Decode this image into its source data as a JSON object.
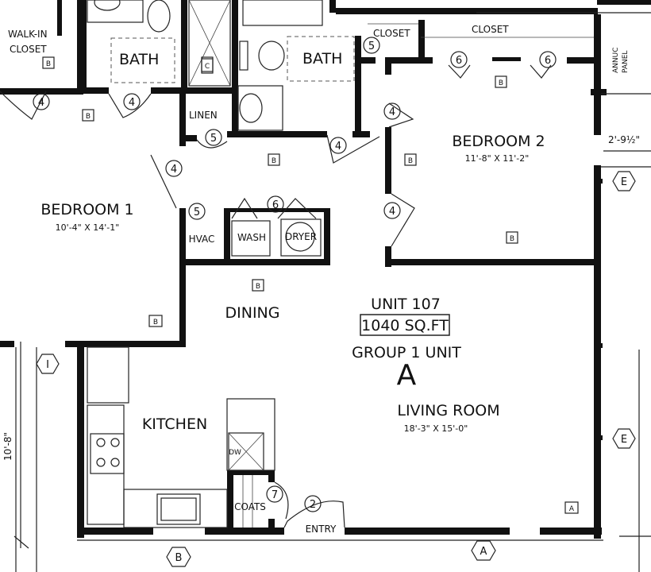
{
  "unit": {
    "name": "UNIT 107",
    "area": "1040 SQ.FT",
    "group": "GROUP 1 UNIT",
    "type_letter": "A"
  },
  "rooms": {
    "walk_in_closet": "WALK-IN\nCLOSET",
    "bath_1": "BATH",
    "bath_2": "BATH",
    "closet_top_1": "CLOSET",
    "closet_top_2": "CLOSET",
    "linen": "LINEN",
    "bedroom_1": {
      "name": "BEDROOM 1",
      "dims": "10'-4\" X 14'-1\""
    },
    "bedroom_2": {
      "name": "BEDROOM 2",
      "dims": "11'-8\" X 11'-2\""
    },
    "hvac": "HVAC",
    "wash": "WASH",
    "dryer": "DRYER",
    "dining": "DINING",
    "kitchen": "KITCHEN",
    "living_room": {
      "name": "LIVING ROOM",
      "dims": "18'-3\" X 15'-0\""
    },
    "coats": "COATS",
    "entry": "ENTRY",
    "dw": "DW",
    "annuc_panel": "ANNUC\nPANEL"
  },
  "dimensions": {
    "right_width": "2'-9½\"",
    "left_height": "10'-8\""
  },
  "tags": {
    "door_4": "4",
    "door_5": "5",
    "door_6": "6",
    "door_7": "7",
    "door_2": "2",
    "wall_b": "B",
    "wall_a": "A",
    "wall_c": "C"
  },
  "elevations": {
    "e": "E",
    "i": "I",
    "b": "B",
    "a": "A"
  }
}
